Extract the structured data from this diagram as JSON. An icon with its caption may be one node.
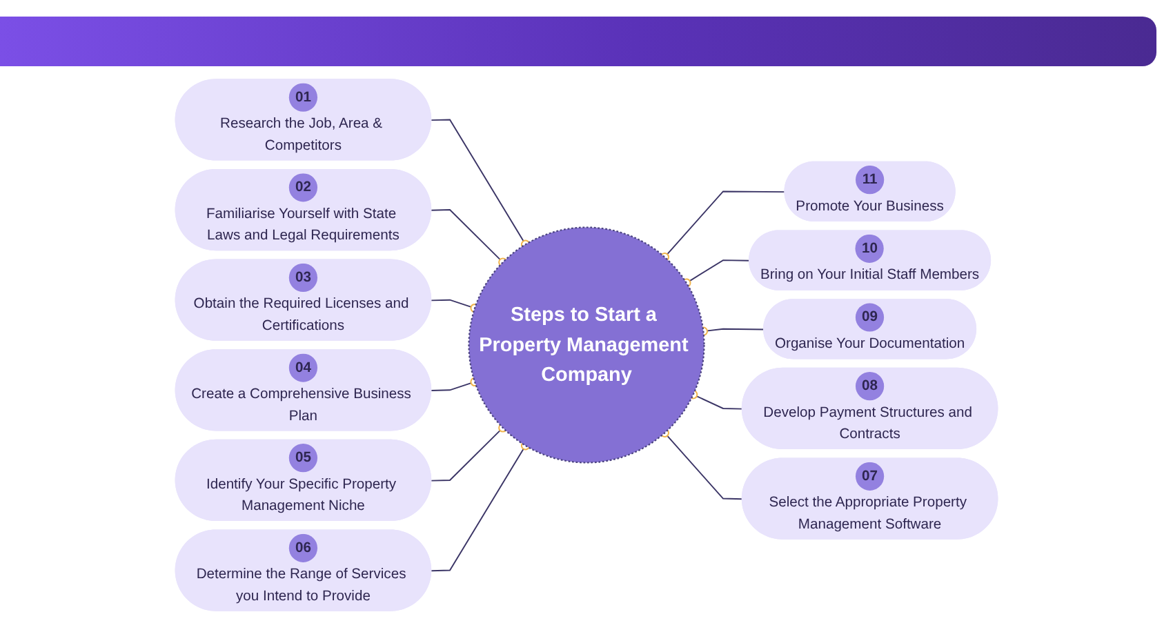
{
  "diagram": {
    "nodes": [
      {
        "text": [
          "Steps to Start a Property Management Company"
        ]
      },
      {
        "text": [
          "01",
          "Research the Job, Area & Competitors"
        ]
      },
      {
        "text": [
          "02",
          "Familiarise Yourself with State Laws and Legal Requirements"
        ]
      },
      {
        "text": [
          "03",
          "Obtain the Required Licenses and Certifications"
        ]
      },
      {
        "text": [
          "04",
          "Create a Comprehensive Business Plan"
        ]
      },
      {
        "text": [
          "05",
          "Identify Your Specific Property Management Niche"
        ]
      },
      {
        "text": [
          "06",
          "Determine the Range of Services you Intend to Provide"
        ]
      },
      {
        "text": [
          "07",
          "Select the Appropriate Property Management Software"
        ]
      },
      {
        "text": [
          "08",
          "Develop Payment Structures and Contracts"
        ]
      },
      {
        "text": [
          "09",
          "Organise Your Documentation"
        ]
      },
      {
        "text": [
          "10",
          "Bring on Your Initial Staff Members"
        ]
      },
      {
        "text": [
          "11",
          "Promote Your Business"
        ]
      }
    ],
    "edges": [
      {
        "from": 1,
        "to": 0,
        "arrow": "other"
      },
      {
        "from": 2,
        "to": 0,
        "arrow": "other"
      },
      {
        "from": 3,
        "to": 0,
        "arrow": "other"
      },
      {
        "from": 4,
        "to": 0,
        "arrow": "other"
      },
      {
        "from": 5,
        "to": 0,
        "arrow": "other"
      },
      {
        "from": 6,
        "to": 0,
        "arrow": "other"
      },
      {
        "from": 0,
        "to": 11,
        "arrow": "other"
      },
      {
        "from": 0,
        "to": 10,
        "arrow": "other"
      },
      {
        "from": 0,
        "to": 9,
        "arrow": "other"
      },
      {
        "from": 0,
        "to": 8,
        "arrow": "other"
      },
      {
        "from": 0,
        "to": 7,
        "arrow": "other"
      }
    ]
  }
}
